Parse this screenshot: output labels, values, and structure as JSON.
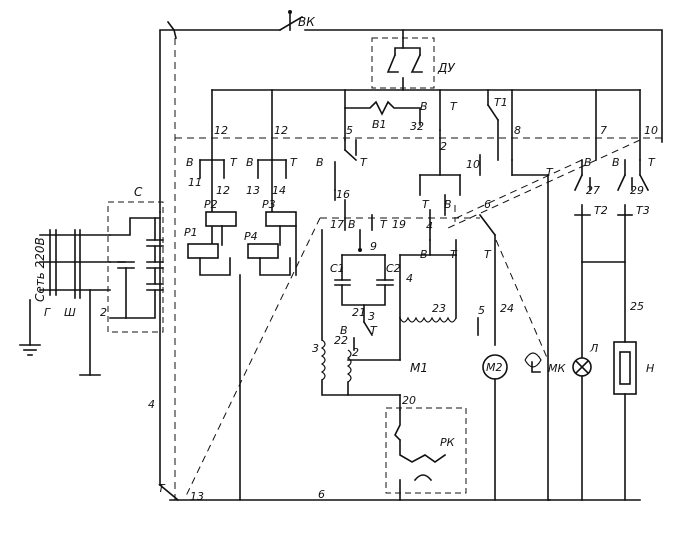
{
  "components": {
    "mains": "Сеть 220В",
    "ground": "Г",
    "plug": "Ш",
    "capacitor_block": "С",
    "main_switch": "ВК",
    "pressure_sensor": "ДУ",
    "switch_b1": "В1",
    "thermostat_t1": "Т1",
    "thermostat_t2": "Т2",
    "thermostat_t3": "Т3",
    "relays": [
      "Р1",
      "Р2",
      "Р3",
      "Р4"
    ],
    "capacitors": [
      "С1",
      "С2"
    ],
    "motor_m1": "М1",
    "motor_m2": "М2",
    "program_relay": "РК",
    "magnetic_valve": "МК",
    "lamp": "Л",
    "heater": "Н"
  },
  "contact_marks": {
    "v": "В",
    "t": "Т"
  },
  "wire_numbers": {
    "n2": "2",
    "n3": "3",
    "n4": "4",
    "n5": "5",
    "n6": "6",
    "n7": "7",
    "n8": "8",
    "n9": "9",
    "n10": "10",
    "n11": "11",
    "n12": "12",
    "n13": "13",
    "n14": "14",
    "n16": "16",
    "n17": "17",
    "n19": "19",
    "n20": "20",
    "n21": "21",
    "n22": "22",
    "n23": "23",
    "n24": "24",
    "n25": "25",
    "n27": "27",
    "n29": "29",
    "n32": "32"
  }
}
